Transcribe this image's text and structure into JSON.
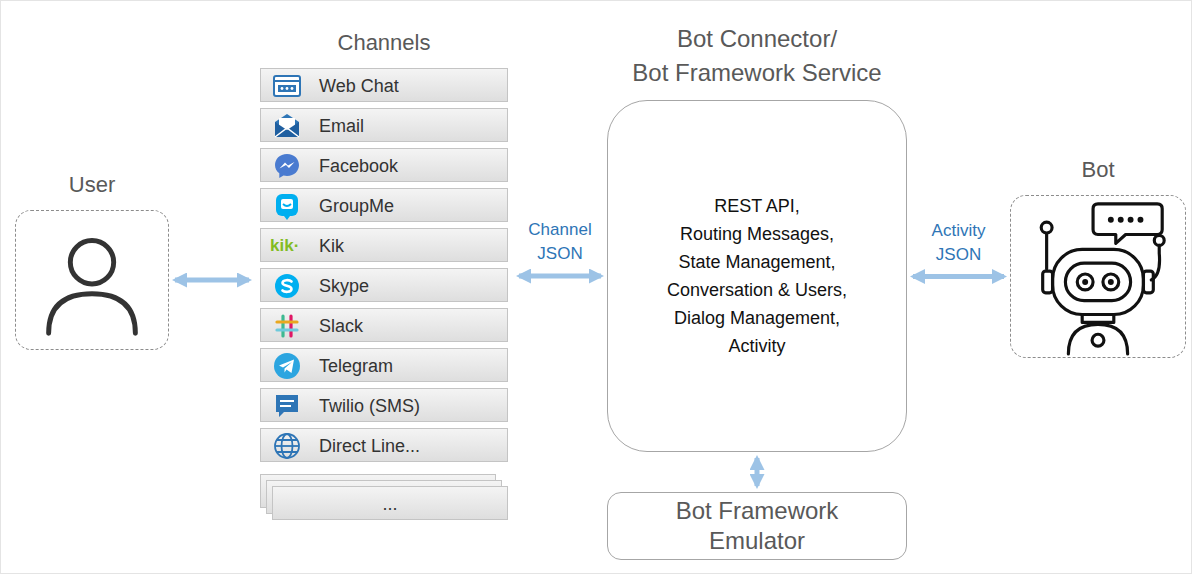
{
  "diagram": {
    "nodes": [
      {
        "text": [
          "User"
        ]
      },
      {
        "text": [
          "Channels"
        ]
      },
      {
        "text": [
          "Web Chat"
        ],
        "in": 1
      },
      {
        "text": [
          "Email"
        ],
        "in": 1
      },
      {
        "text": [
          "Facebook"
        ],
        "in": 1
      },
      {
        "text": [
          "GroupMe"
        ],
        "in": 1
      },
      {
        "text": [
          "Kik"
        ],
        "in": 1
      },
      {
        "text": [
          "Skype"
        ],
        "in": 1
      },
      {
        "text": [
          "Slack"
        ],
        "in": 1
      },
      {
        "text": [
          "Telegram"
        ],
        "in": 1
      },
      {
        "text": [
          "Twilio (SMS)"
        ],
        "in": 1
      },
      {
        "text": [
          "Direct Line..."
        ],
        "in": 1
      },
      {
        "text": [
          "..."
        ],
        "in": 1
      },
      {
        "text": [
          "Bot Connector/ Bot Framework Service",
          "REST API, Routing Messages, State Management, Conversation & Users, Dialog Management, Activity"
        ]
      },
      {
        "text": [
          "Bot Framework Emulator"
        ]
      },
      {
        "text": [
          "Bot"
        ]
      }
    ],
    "edges": [
      {
        "from": 0,
        "to": 1,
        "arrow": "both"
      },
      {
        "from": 1,
        "to": 13,
        "label": "Channel JSON",
        "arrow": "both"
      },
      {
        "from": 13,
        "to": 15,
        "label": "Activity JSON",
        "arrow": "both"
      },
      {
        "from": 13,
        "to": 14,
        "arrow": "both"
      }
    ],
    "labels": [
      "kik·"
    ]
  }
}
